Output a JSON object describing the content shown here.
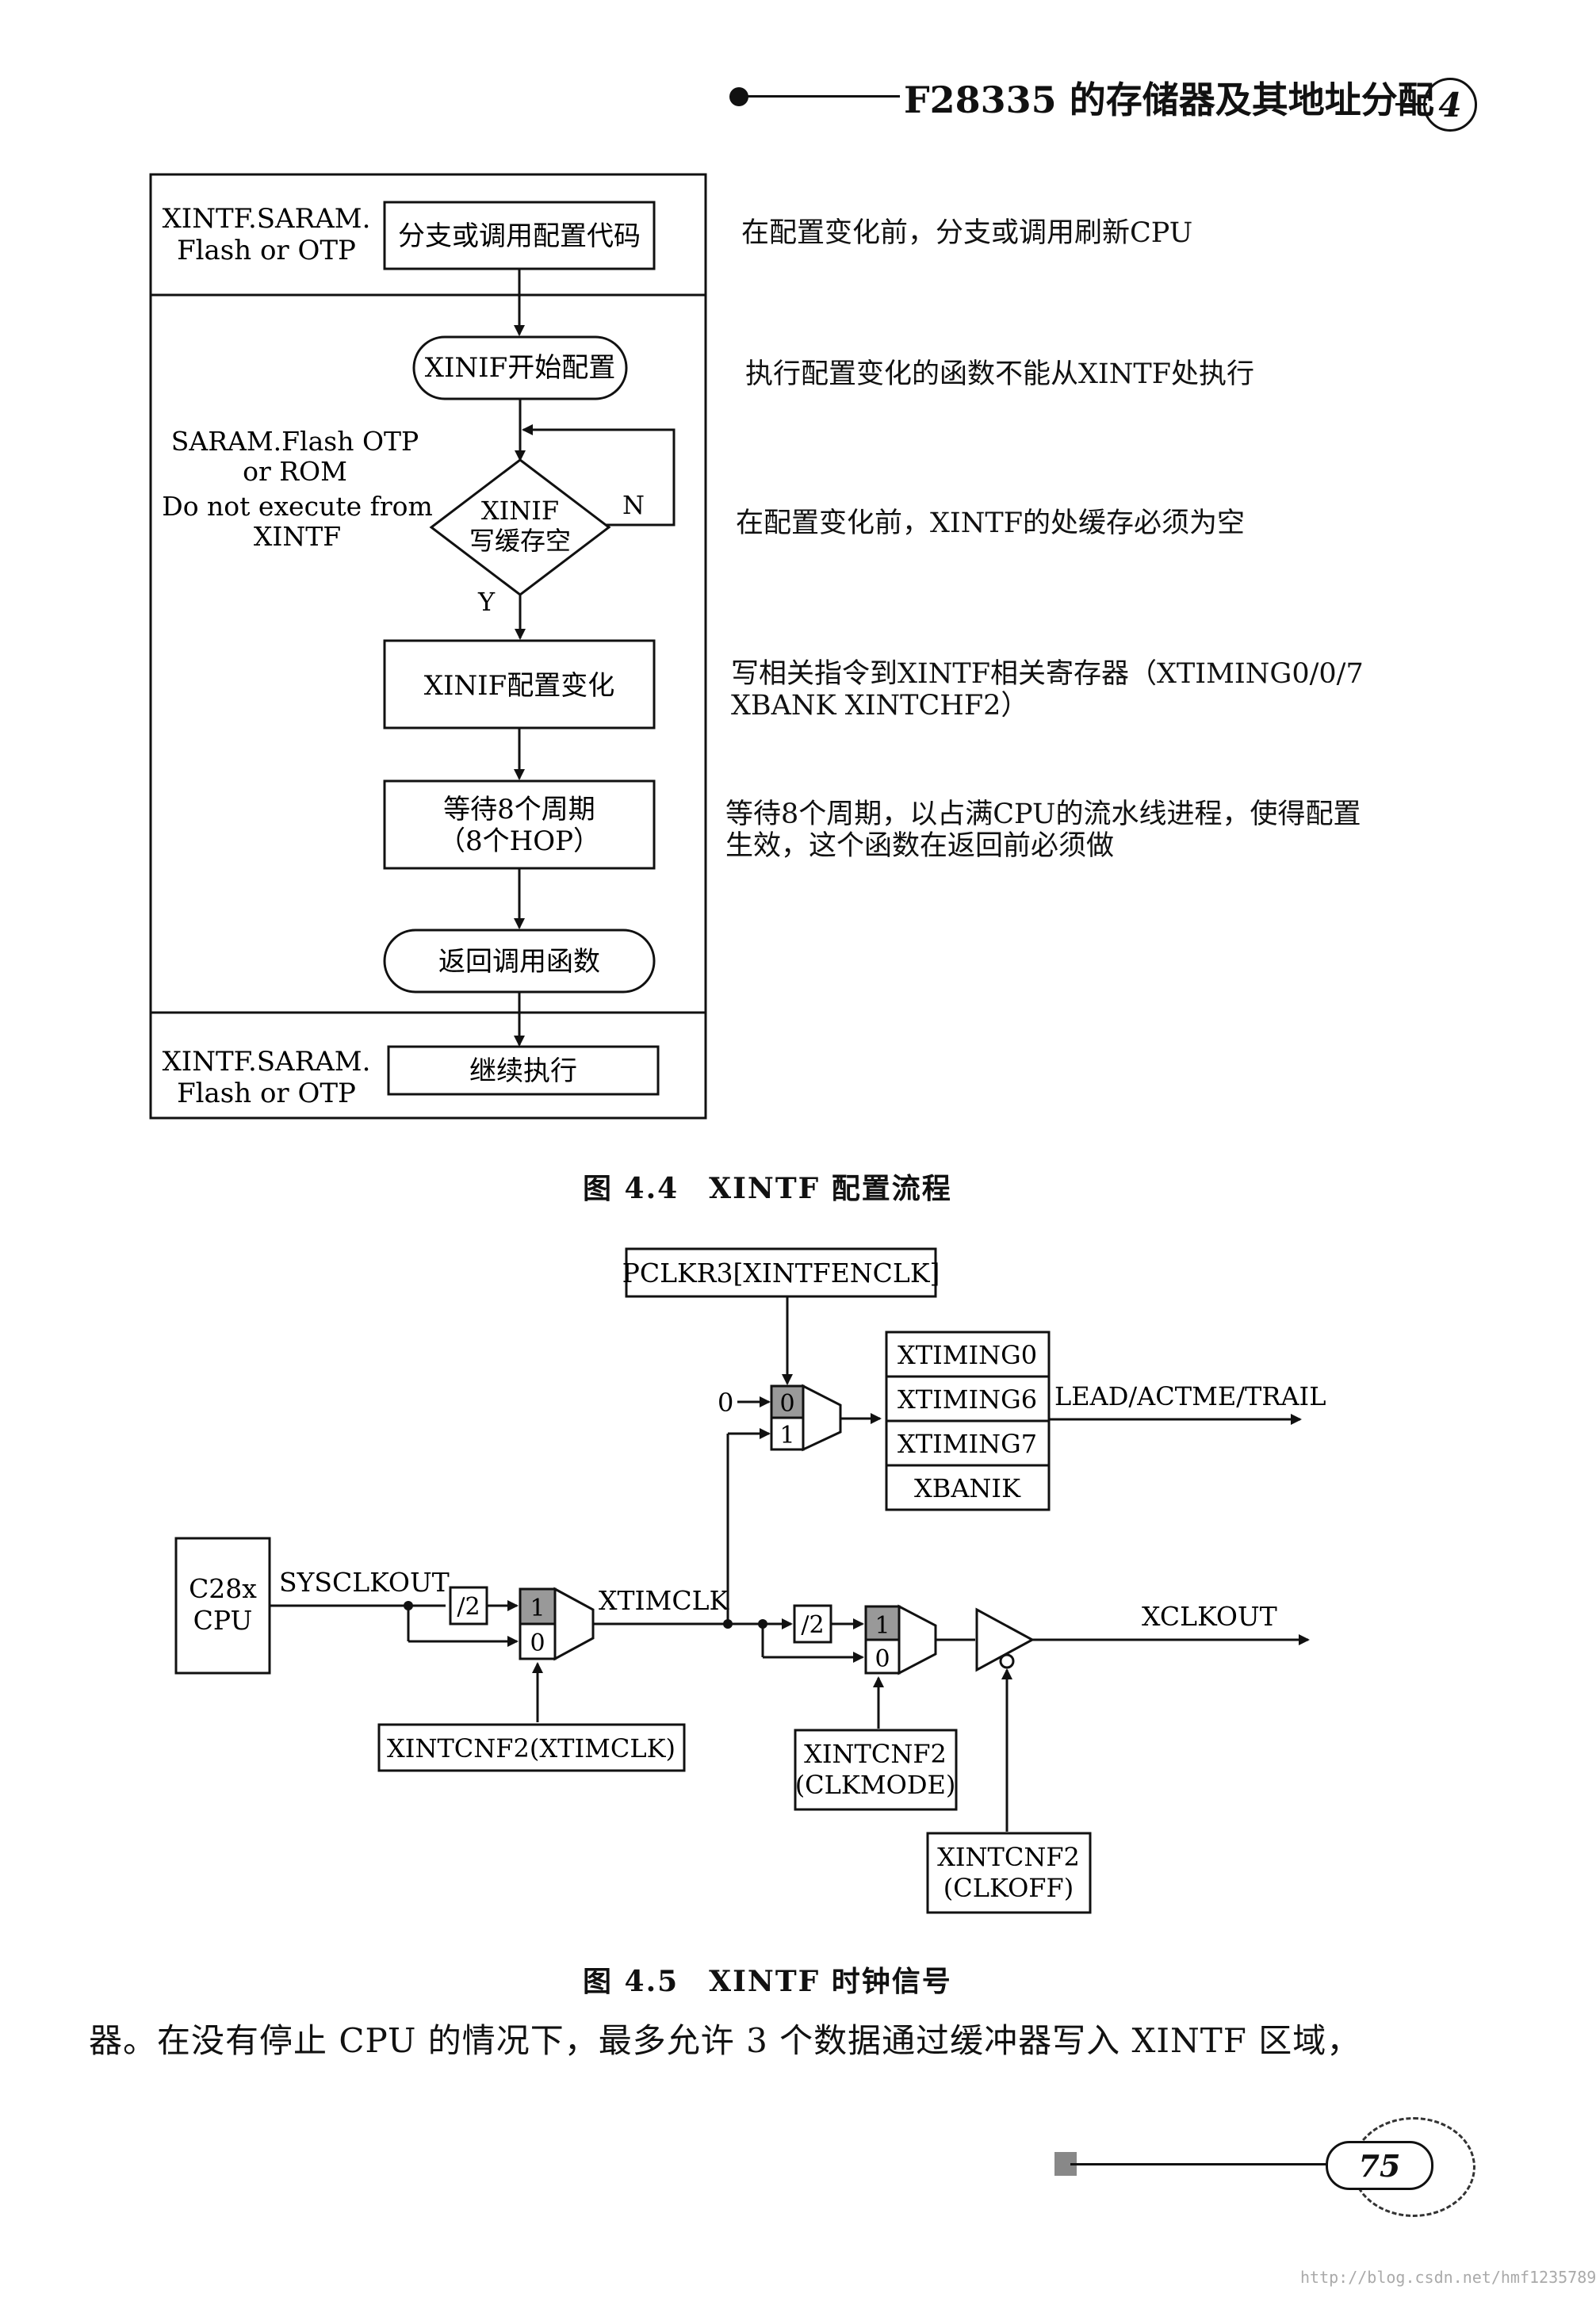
{
  "header": {
    "title": "F28335 的存储器及其地址分配",
    "chapter": "4"
  },
  "figure44": {
    "left_top_label_1": "XINTF.SARAM.",
    "left_top_label_2": "Flash or OTP",
    "left_mid_label_1": "SARAM.Flash OTP",
    "left_mid_label_2": "or ROM",
    "left_mid_label_3": "Do not execute from",
    "left_mid_label_4": "XINTF",
    "left_bot_label_1": "XINTF.SARAM.",
    "left_bot_label_2": "Flash or OTP",
    "step1": "分支或调用配置代码",
    "step2": "XINIF开始配置",
    "decision_1": "XINIF",
    "decision_2": "写缓存空",
    "label_n": "N",
    "label_y": "Y",
    "step3": "XINIF配置变化",
    "step4_1": "等待8个周期",
    "step4_2": "（8个HOP）",
    "step5": "返回调用函数",
    "step6": "继续执行",
    "annot1": "在配置变化前，分支或调用刷新CPU",
    "annot2": "执行配置变化的函数不能从XINTF处执行",
    "annot3": "在配置变化前，XINTF的处缓存必须为空",
    "annot4_1": "写相关指令到XINTF相关寄存器（XTIMING0/0/7",
    "annot4_2": "XBANK XINTCHF2）",
    "annot5_1": "等待8个周期，以占满CPU的流水线进程，使得配置",
    "annot5_2": "生效，这个函数在返回前必须做",
    "caption": "图 4.4　XINTF 配置流程"
  },
  "figure45": {
    "pclkr3": "PCLKR3[XINTFENCLK]",
    "zero_input": "0",
    "mux_top_0": "0",
    "mux_top_1": "1",
    "xtiming0": "XTIMING0",
    "xtiming6": "XTIMING6",
    "xtiming7": "XTIMING7",
    "xbanik": "XBANIK",
    "lead": "LEAD/ACTME/TRAIL",
    "cpu_1": "C28x",
    "cpu_2": "CPU",
    "sysclkout": "SYSCLKOUT",
    "div2_a": "/2",
    "mux_left_1": "1",
    "mux_left_0": "0",
    "xtimclk": "XTIMCLK",
    "div2_b": "/2",
    "mux_right_1": "1",
    "mux_right_0": "0",
    "xclkout": "XCLKOUT",
    "xintcnf2_xtimclk": "XINTCNF2(XTIMCLK)",
    "xintcnf2_clkmode_1": "XINTCNF2",
    "xintcnf2_clkmode_2": "(CLKMODE)",
    "xintcnf2_clkoff_1": "XINTCNF2",
    "xintcnf2_clkoff_2": "(CLKOFF)",
    "caption": "图 4.5　XINTF 时钟信号"
  },
  "body_text": "器。在没有停止 CPU 的情况下，最多允许 3 个数据通过缓冲器写入 XINTF 区域，",
  "page_number": "75",
  "watermark": "http://blog.csdn.net/hmf1235789"
}
